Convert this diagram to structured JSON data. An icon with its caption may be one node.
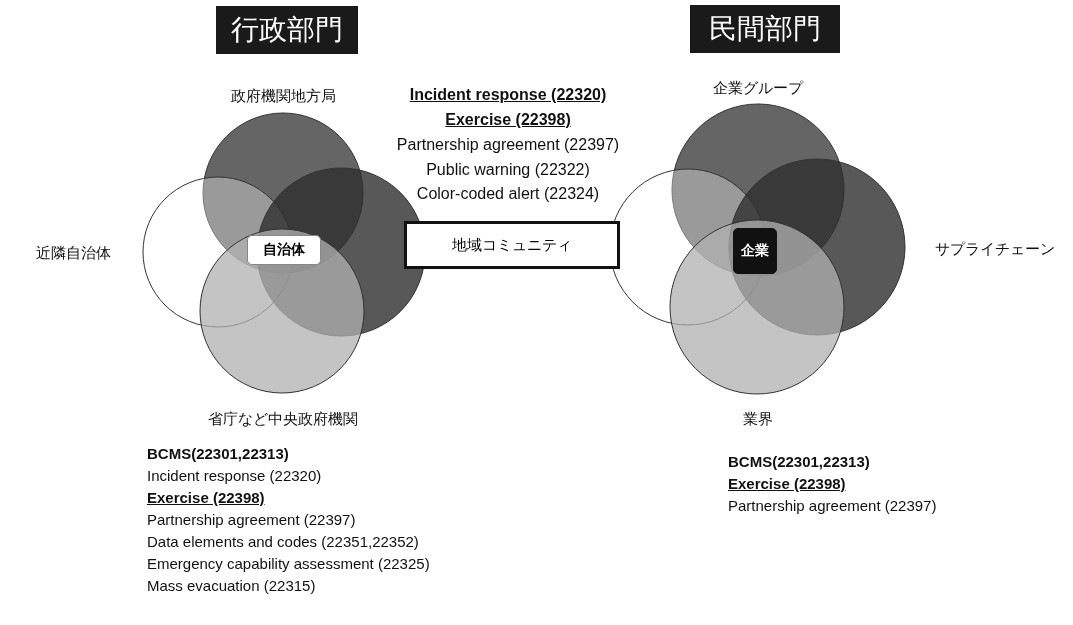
{
  "diagram": {
    "nodes": [
      {
        "text": [
          "行政部門"
        ]
      },
      {
        "text": [
          "民間部門"
        ]
      },
      {
        "text": [
          "政府機関地方局"
        ]
      },
      {
        "text": [
          "近隣自治体"
        ]
      },
      {
        "text": [],
        "shape": "circle"
      },
      {
        "text": [
          "省庁など中央政府機関"
        ]
      },
      {
        "text": [
          "自治体"
        ]
      },
      {
        "text": [
          "地域コミュニティ"
        ]
      },
      {
        "text": [
          "企業グループ"
        ]
      },
      {
        "text": [],
        "shape": "circle"
      },
      {
        "text": [
          "サプライチェーン"
        ]
      },
      {
        "text": [
          "業界"
        ]
      },
      {
        "text": [
          "企業"
        ]
      }
    ],
    "labels": [
      "Incident response (22320)",
      "Exercise (22398)",
      "Partnership agreement (22397)",
      "Public warning (22322)",
      "Color-coded alert (22324)",
      "BCMS(22301,22313)",
      "Incident response (22320)",
      "Exercise (22398)",
      "Partnership agreement (22397)",
      "Data elements and codes (22351,22352)",
      "Emergency capability assessment (22325)",
      "Mass evacuation (22315)",
      "BCMS(22301,22313)",
      "Exercise (22398)",
      "Partnership agreement (22397)"
    ]
  }
}
